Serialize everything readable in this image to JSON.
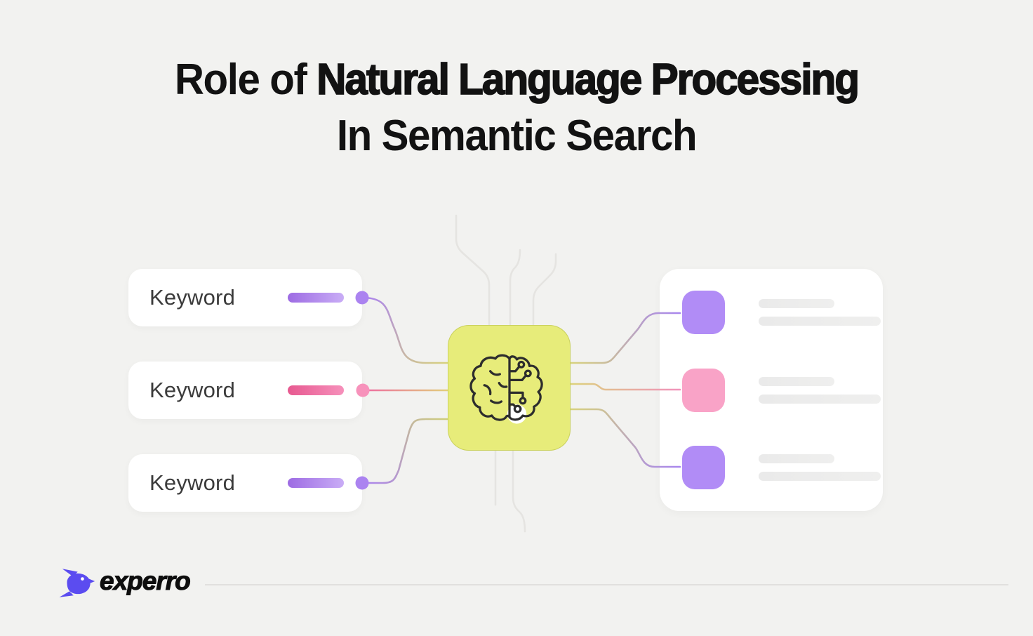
{
  "page": {
    "background_color": "#F2F2F0"
  },
  "title": {
    "line1_prefix": "Role of ",
    "line1_emphasis": "Natural Language Processing",
    "line2": "In Semantic Search",
    "color": "#121212"
  },
  "keyword_cards": [
    {
      "label": "Keyword",
      "accent": "purple",
      "bar_gradient": [
        "#9D6BE3",
        "#C9ADF6"
      ],
      "dot_color": "#AB83F0"
    },
    {
      "label": "Keyword",
      "accent": "pink",
      "bar_gradient": [
        "#E75990",
        "#F690BB"
      ],
      "dot_color": "#F792BB"
    },
    {
      "label": "Keyword",
      "accent": "purple",
      "bar_gradient": [
        "#9D6BE3",
        "#C9ADF6"
      ],
      "dot_color": "#AB83F0"
    }
  ],
  "processor": {
    "icon": "brain-circuit-icon",
    "chip_color": "#E7EC7A",
    "outline_color": "#2D2D2D",
    "highlight_circle_color": "#FFFFFF"
  },
  "results_panel": {
    "rows": [
      {
        "thumb_color": "#B18CF6",
        "skeleton_color": "#ECECEC"
      },
      {
        "thumb_color": "#F9A3C7",
        "skeleton_color": "#ECECEC"
      },
      {
        "thumb_color": "#B18CF6",
        "skeleton_color": "#ECECEC"
      }
    ]
  },
  "connections": {
    "yellow": "#D9D37B",
    "purple": "#A886EF",
    "pink": "#F08AB5",
    "trace_gray": "#E5E4E1"
  },
  "footer": {
    "brand": "experro",
    "logo_color": "#5B4CF0",
    "divider_color": "#E1E0DE"
  }
}
